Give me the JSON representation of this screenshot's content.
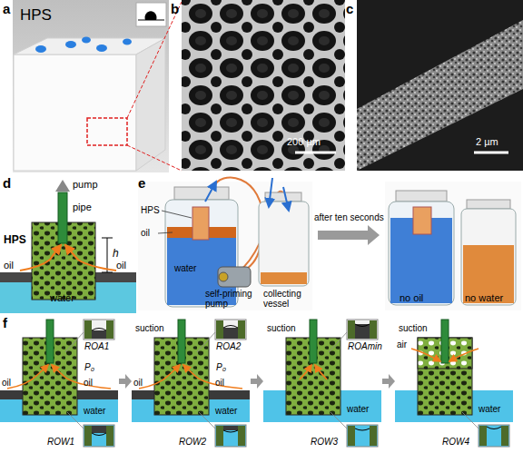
{
  "diagram": {
    "labels": [
      "a",
      "HPS",
      "b",
      "200 µm",
      "c",
      "2 µm",
      "d",
      "pump",
      "pipe",
      "HPS",
      "h",
      "oil",
      "oil",
      "water",
      "e",
      "HPS",
      "oil",
      "water",
      "self-priming pump",
      "collecting vessel",
      "after ten seconds",
      "no oil",
      "no water",
      "f",
      "ROA1",
      "P₀",
      "oil",
      "oil",
      "water",
      "ROW1",
      "suction",
      "ROA2",
      "P₀",
      "oil",
      "oil",
      "water",
      "ROW2",
      "suction",
      "ROAmin",
      "water",
      "ROW3",
      "suction",
      "air",
      "water",
      "ROW4"
    ]
  }
}
